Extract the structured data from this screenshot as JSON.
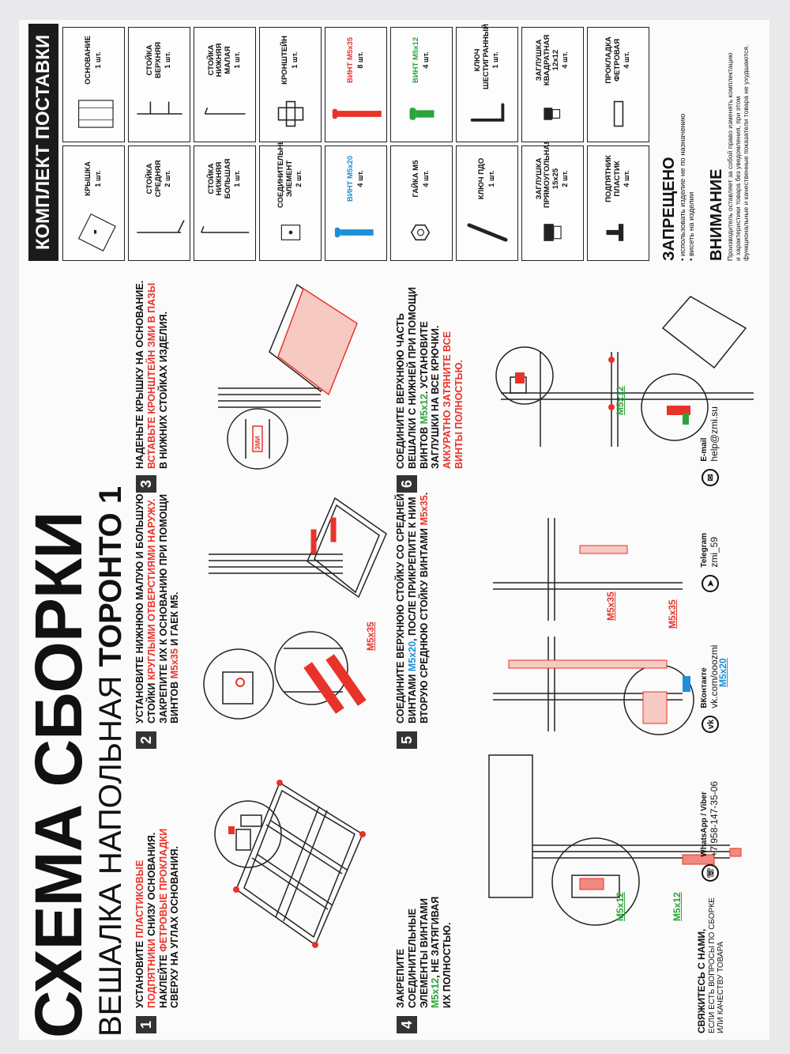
{
  "title": "СХЕМА СБОРКИ",
  "subtitle_prefix": "ВЕШАЛКА НАПОЛЬНАЯ ",
  "subtitle_model": "ТОРОНТО 1",
  "steps": [
    {
      "num": "1",
      "parts": [
        {
          "t": "УСТАНОВИТЕ ",
          "c": ""
        },
        {
          "t": "ПЛАСТИКОВЫЕ\nПОДПЯТНИКИ",
          "c": "red"
        },
        {
          "t": " СНИЗУ ОСНОВАНИЯ.\nНАКЛЕЙТЕ ",
          "c": ""
        },
        {
          "t": "ФЕТРОВЫЕ ПРОКЛАДКИ",
          "c": "red"
        },
        {
          "t": "\nСВЕРХУ НА УГЛАХ ОСНОВАНИЯ.",
          "c": ""
        }
      ]
    },
    {
      "num": "2",
      "parts": [
        {
          "t": "УСТАНОВИТЕ НИЖНЮЮ МАЛУЮ И БОЛЬШУЮ\nСТОЙКИ ",
          "c": ""
        },
        {
          "t": "КРУГЛЫМИ ОТВЕРСТИЯМИ НАРУЖУ.",
          "c": "red"
        },
        {
          "t": "\nЗАКРЕПИТЕ ИХ К ОСНОВАНИЮ ПРИ ПОМОЩИ\nВИНТОВ ",
          "c": ""
        },
        {
          "t": "М5х35",
          "c": "red"
        },
        {
          "t": " И ГАЕК М5.",
          "c": ""
        }
      ]
    },
    {
      "num": "3",
      "parts": [
        {
          "t": "НАДЕНЬТЕ КРЫШКУ НА ОСНОВАНИЕ.\n",
          "c": ""
        },
        {
          "t": "ВСТАВЬТЕ КРОНШТЕЙН ЗМИ В ПАЗЫ",
          "c": "red"
        },
        {
          "t": "\nВ НИЖНИХ СТОЙКАХ ИЗДЕЛИЯ.",
          "c": ""
        }
      ]
    },
    {
      "num": "4",
      "parts": [
        {
          "t": "ЗАКРЕПИТЕ\nСОЕДИНИТЕЛЬНЫЕ\nЭЛЕМЕНТЫ ВИНТАМИ\n",
          "c": ""
        },
        {
          "t": "М5х12",
          "c": "green"
        },
        {
          "t": ", НЕ ЗАТЯГИВАЯ\nИХ ПОЛНОСТЬЮ.",
          "c": ""
        }
      ]
    },
    {
      "num": "5",
      "parts": [
        {
          "t": "СОЕДИНИТЕ ВЕРХНЮЮ СТОЙКУ СО СРЕДНЕЙ\nВИНТАМИ ",
          "c": ""
        },
        {
          "t": "М5х20",
          "c": "blue"
        },
        {
          "t": ", ПОСЛЕ ПРИКРЕПИТЕ К НИМ\nВТОРУЮ СРЕДНЮЮ СТОЙКУ ВИНТАМИ ",
          "c": ""
        },
        {
          "t": "М5х35",
          "c": "red"
        },
        {
          "t": ".",
          "c": ""
        }
      ]
    },
    {
      "num": "6",
      "parts": [
        {
          "t": "СОЕДИНИТЕ ВЕРХНЮЮ ЧАСТЬ\nВЕШАЛКИ С НИЖНЕЙ ПРИ ПОМОЩИ\nВИНТОВ ",
          "c": ""
        },
        {
          "t": "М5х12",
          "c": "green"
        },
        {
          "t": ". УСТАНОВИТЕ\nЗАГЛУШКИ НА ВСЕ КРЮЧКИ.\n",
          "c": ""
        },
        {
          "t": "АККУРАТНО ЗАТЯНИТЕ ВСЕ\nВИНТЫ ПОЛНОСТЬЮ.",
          "c": "red"
        }
      ]
    }
  ],
  "callouts": {
    "s2": "М5х35",
    "s4a": "М5х12",
    "s4b": "М5х12",
    "s5a": "М5х20",
    "s5b": "М5х35",
    "s5c": "М5х35",
    "s6": "М5х12",
    "s3_bracket": "ЗМИ"
  },
  "contacts": {
    "header": "СВЯЖИТЕСЬ С НАМИ,",
    "sub": "ЕСЛИ ЕСТЬ ВОПРОСЫ ПО СБОРКЕ\nИЛИ КАЧЕСТВУ ТОВАРА",
    "items": [
      {
        "icon": "phone-icon",
        "glyph": "☏",
        "label": "WhatsApp / Viber",
        "value": "+7 958-147-35-06"
      },
      {
        "icon": "vk-icon",
        "glyph": "vk",
        "label": "ВКонтакте",
        "value": "vk.com/ooozmi"
      },
      {
        "icon": "telegram-icon",
        "glyph": "➤",
        "label": "Telegram",
        "value": "zmi_59"
      },
      {
        "icon": "email-icon",
        "glyph": "✉",
        "label": "E-mail",
        "value": "help@zmi.su"
      }
    ]
  },
  "kit": {
    "title": "КОМПЛЕКТ ПОСТАВКИ",
    "top_row": [
      {
        "name": "КРЫШКА",
        "qty": "1 шт.",
        "color": "#222222",
        "icon": "lid-icon"
      },
      {
        "name": "СТОЙКА СРЕДНЯЯ",
        "qty": "2 шт.",
        "color": "#222222",
        "icon": "middle-post-icon"
      },
      {
        "name": "СТОЙКА НИЖНЯЯ\nБОЛЬШАЯ",
        "qty": "1 шт.",
        "color": "#222222",
        "icon": "lower-large-post-icon"
      },
      {
        "name": "СОЕДИНИТЕЛЬНЫЙ\nЭЛЕМЕНТ",
        "qty": "2 шт.",
        "color": "#222222",
        "icon": "connector-icon"
      },
      {
        "name": "ВИНТ М5х20",
        "qty": "4 шт.",
        "color": "#1d8fd6",
        "icon": "screw-m5x20-icon"
      },
      {
        "name": "ГАЙКА М5",
        "qty": "4 шт.",
        "color": "#222222",
        "icon": "nut-icon"
      },
      {
        "name": "КЛЮЧ ПДО",
        "qty": "1 шт.",
        "color": "#222222",
        "icon": "wrench-icon"
      },
      {
        "name": "ЗАГЛУШКА\nПРЯМОУГОЛЬНАЯ 15х25",
        "qty": "2 шт.",
        "color": "#222222",
        "icon": "rect-cap-icon"
      },
      {
        "name": "ПОДПЯТНИК ПЛАСТИК",
        "qty": "4 шт.",
        "color": "#222222",
        "icon": "plastic-foot-icon"
      }
    ],
    "bottom_row": [
      {
        "name": "ОСНОВАНИЕ",
        "qty": "1 шт.",
        "color": "#222222",
        "icon": "base-icon"
      },
      {
        "name": "СТОЙКА ВЕРХНЯЯ",
        "qty": "1 шт.",
        "color": "#222222",
        "icon": "upper-post-icon"
      },
      {
        "name": "СТОЙКА НИЖНЯЯ МАЛАЯ",
        "qty": "1 шт.",
        "color": "#222222",
        "icon": "lower-small-post-icon"
      },
      {
        "name": "КРОНШТЕЙН",
        "qty": "1 шт.",
        "color": "#222222",
        "icon": "bracket-icon"
      },
      {
        "name": "ВИНТ М5х35",
        "qty": "8 шт.",
        "color": "#e8332a",
        "icon": "screw-m5x35-icon"
      },
      {
        "name": "ВИНТ М5х12",
        "qty": "4 шт.",
        "color": "#2aa53a",
        "icon": "screw-m5x12-icon"
      },
      {
        "name": "КЛЮЧ ШЕСТИГРАННЫЙ",
        "qty": "1 шт.",
        "color": "#222222",
        "icon": "hex-key-icon"
      },
      {
        "name": "ЗАГЛУШКА\nКВАДРАТНАЯ 12х12",
        "qty": "4 шт.",
        "color": "#222222",
        "icon": "square-cap-icon"
      },
      {
        "name": "ПРОКЛАДКА ФЕТРОВАЯ",
        "qty": "4 шт.",
        "color": "#222222",
        "icon": "felt-pad-icon"
      }
    ]
  },
  "forbidden": {
    "title": "ЗАПРЕЩЕНО",
    "items": [
      "• использовать изделие не по назначению",
      "• висеть на изделии"
    ]
  },
  "attention": {
    "title": "ВНИМАНИЕ",
    "text": "Производитель оставляет за собой право изменять комплектацию\nи характеристики товара без уведомления, при этом\nфункциональные и качественные показатели товара не ухудшаются."
  }
}
